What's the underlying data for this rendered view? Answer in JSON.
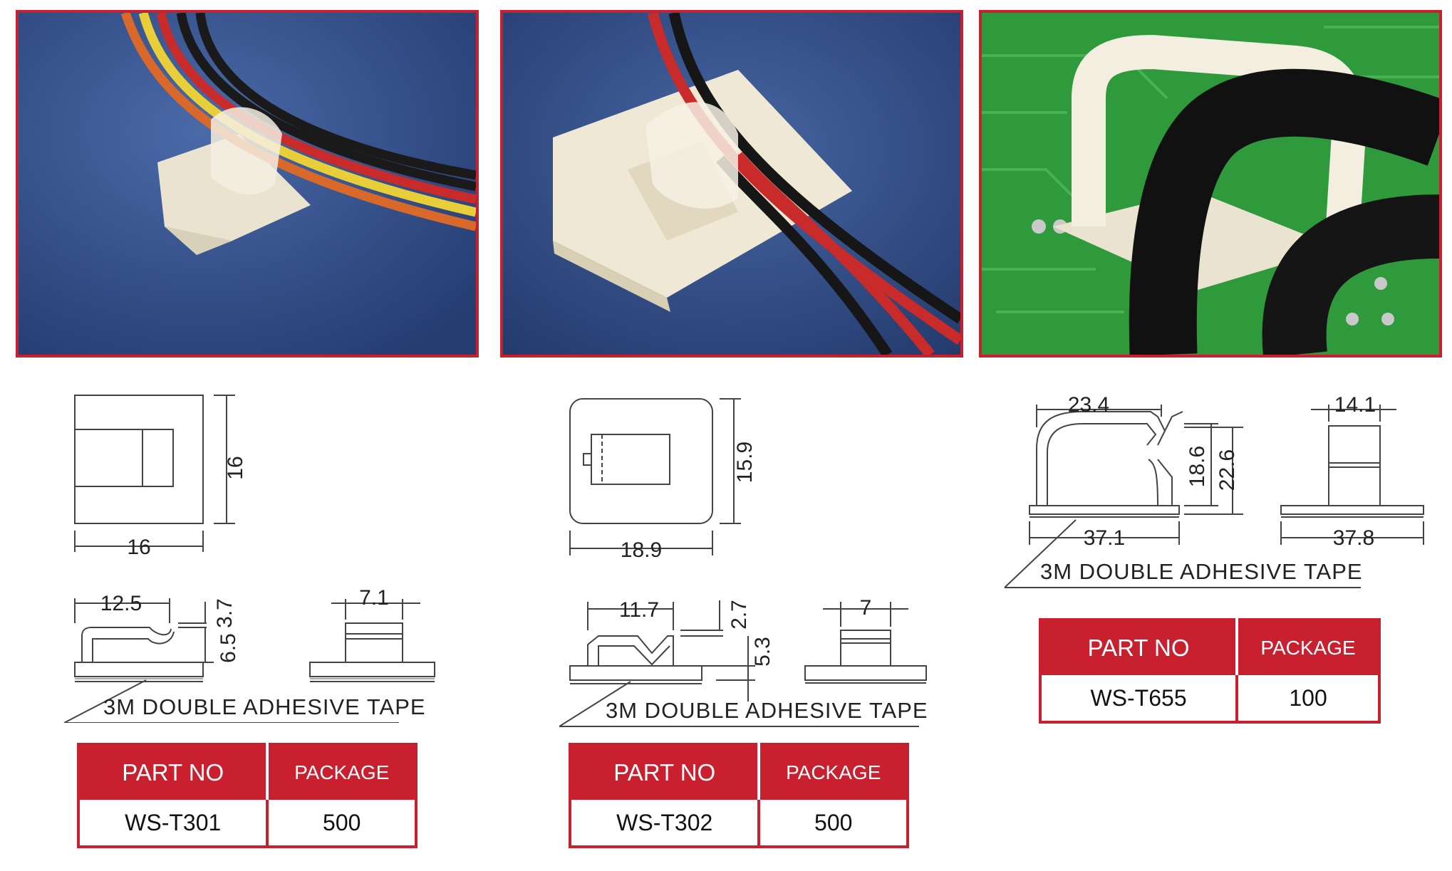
{
  "products": [
    {
      "dims": {
        "top_w": "16",
        "top_h": "16",
        "side_len": "12.5",
        "side_gap": "3.7",
        "side_h": "6.5",
        "end_w": "7.1"
      },
      "tape_label": "3M  DOUBLE  ADHESIVE  TAPE",
      "table": {
        "h_part": "PART NO",
        "h_pkg": "PACKAGE",
        "part": "WS-T301",
        "pkg": "500"
      }
    },
    {
      "dims": {
        "top_w": "18.9",
        "top_h": "15.9",
        "side_len": "11.7",
        "side_gap": "2.7",
        "side_h": "5.3",
        "end_w": "7"
      },
      "tape_label": "3M  DOUBLE  ADHESIVE  TAPE",
      "table": {
        "h_part": "PART NO",
        "h_pkg": "PACKAGE",
        "part": "WS-T302",
        "pkg": "500"
      }
    },
    {
      "dims": {
        "opening": "23.4",
        "inner_h": "18.6",
        "outer_h": "22.6",
        "base_len": "37.1",
        "end_top": "14.1",
        "end_base": "37.8"
      },
      "tape_label": "3M  DOUBLE  ADHESIVE  TAPE",
      "table": {
        "h_part": "PART NO",
        "h_pkg": "PACKAGE",
        "part": "WS-T655",
        "pkg": "100"
      }
    }
  ],
  "colors": {
    "frame": "#c8202e",
    "header_bg": "#c8202e",
    "photo_bg_blue": "#2f4b86",
    "pcb_green": "#2f9a3c",
    "clip_white": "#f1ecdc"
  }
}
